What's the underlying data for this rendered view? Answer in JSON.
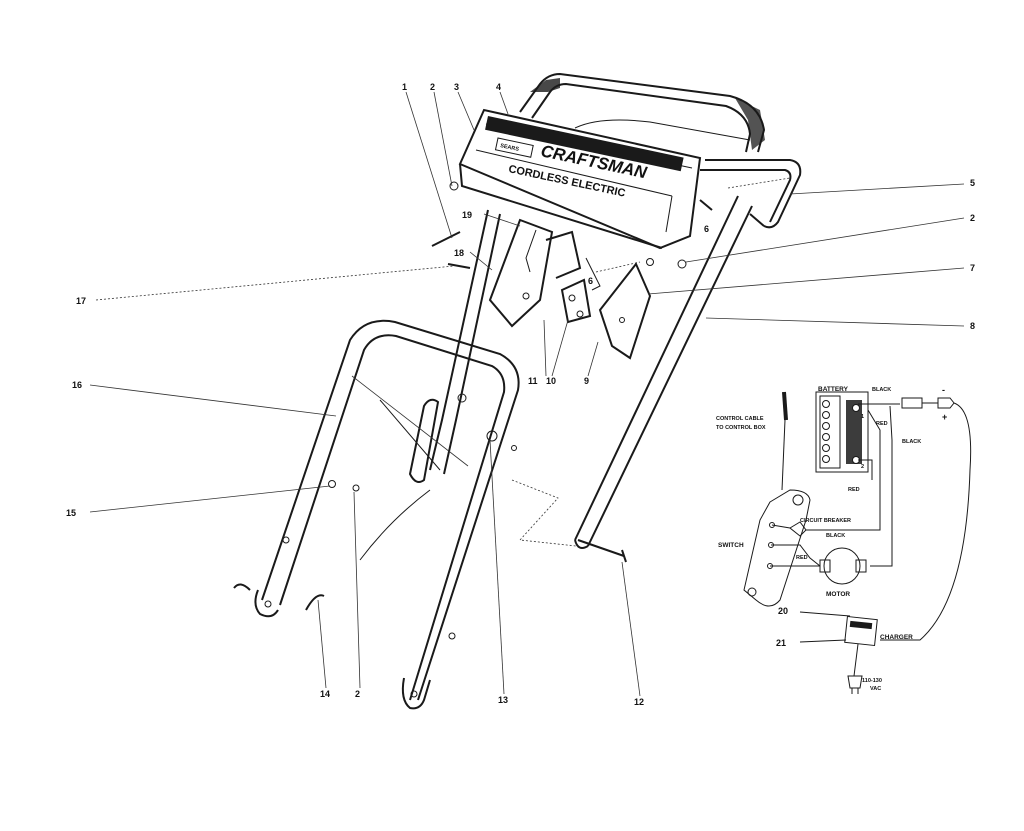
{
  "brand": {
    "badge": "SEARS",
    "name": "CRAFTSMAN",
    "subtitle": "CORDLESS ELECTRIC"
  },
  "part_numbers": {
    "p1": "1",
    "p2_top": "2",
    "p3": "3",
    "p4": "4",
    "p5": "5",
    "p6a": "6",
    "p2_right": "2",
    "p6b": "6",
    "p7": "7",
    "p8": "8",
    "p9": "9",
    "p10": "10",
    "p11": "11",
    "p12": "12",
    "p13": "13",
    "p14": "14",
    "p2_bottom": "2",
    "p15": "15",
    "p16": "16",
    "p17": "17",
    "p18": "18",
    "p19": "19",
    "p20": "20",
    "p21": "21"
  },
  "wiring": {
    "battery": "BATTERY",
    "black_top": "BLACK",
    "minus": "-",
    "plus": "+",
    "red_1": "RED",
    "black_mid": "BLACK",
    "red_2": "RED",
    "control_cable_1": "CONTROL CABLE",
    "control_cable_2": "TO CONTROL BOX",
    "switch": "SWITCH",
    "circuit_breaker": "CIRCUIT BREAKER",
    "black_low": "BLACK",
    "red_3": "RED",
    "motor": "MOTOR",
    "charger": "CHARGER",
    "voltage_1": "110-130",
    "voltage_2": "VAC",
    "battery_term_1": "1",
    "battery_term_2": "2"
  }
}
